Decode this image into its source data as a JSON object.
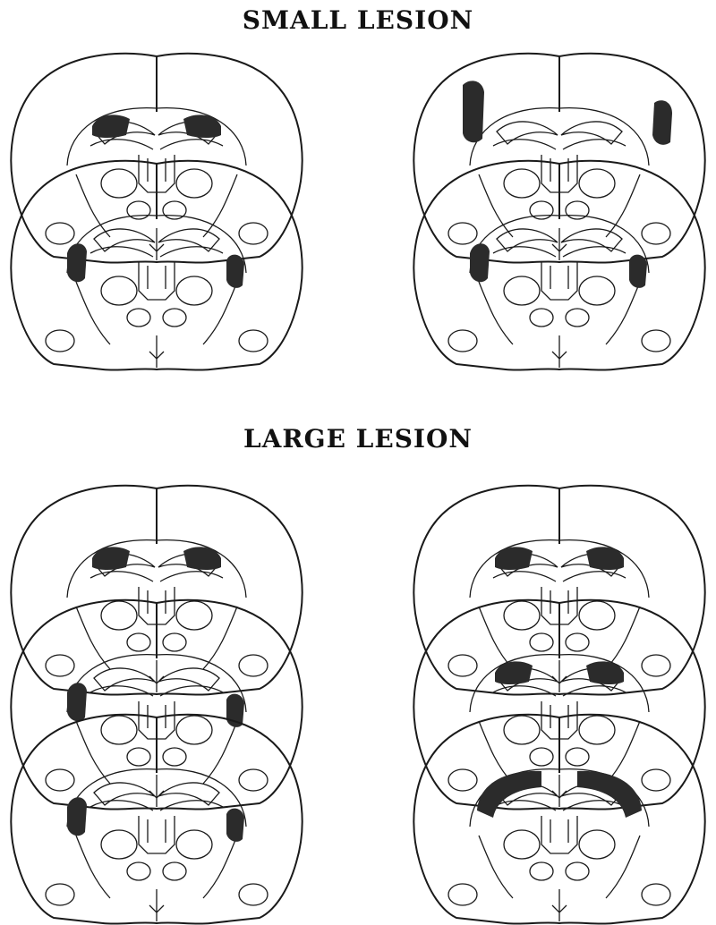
{
  "headings": {
    "small": "SMALL LESION",
    "large": "LARGE LESION"
  },
  "colors": {
    "line": "#1a1a1a",
    "lesion": "#2b2b2b",
    "background": "#ffffff"
  },
  "panels": [
    {
      "group": "small",
      "side": "left",
      "sections": [
        {
          "lesion": "dorsal"
        },
        {
          "lesion": "lateral"
        }
      ]
    },
    {
      "group": "small",
      "side": "right",
      "sections": [
        {
          "lesion": "dorsal-lateral"
        },
        {
          "lesion": "lateral"
        }
      ]
    },
    {
      "group": "large",
      "side": "left",
      "sections": [
        {
          "lesion": "dorsal"
        },
        {
          "lesion": "lateral"
        },
        {
          "lesion": "lateral"
        }
      ]
    },
    {
      "group": "large",
      "side": "right",
      "sections": [
        {
          "lesion": "dorsal"
        },
        {
          "lesion": "dorsal"
        },
        {
          "lesion": "dorsal-wide"
        }
      ]
    }
  ]
}
